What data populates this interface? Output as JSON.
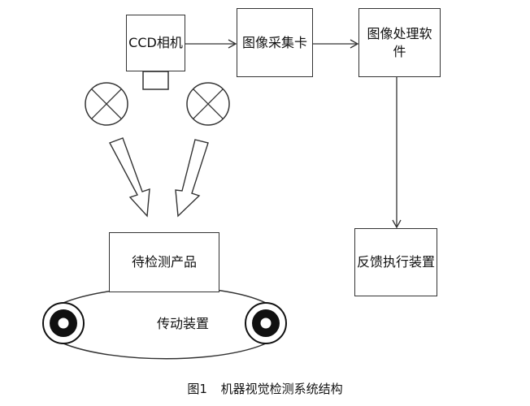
{
  "boxes": {
    "camera": "CCD相机",
    "capture_card": "图像采集卡",
    "processing_software": "图像处理软件",
    "feedback_device": "反馈执行装置",
    "product": "待检测产品"
  },
  "conveyor_label": "传动装置",
  "caption": {
    "number": "图1",
    "title": "机器视觉检测系统结构"
  },
  "colors": {
    "line": "#333333",
    "background": "#ffffff"
  }
}
